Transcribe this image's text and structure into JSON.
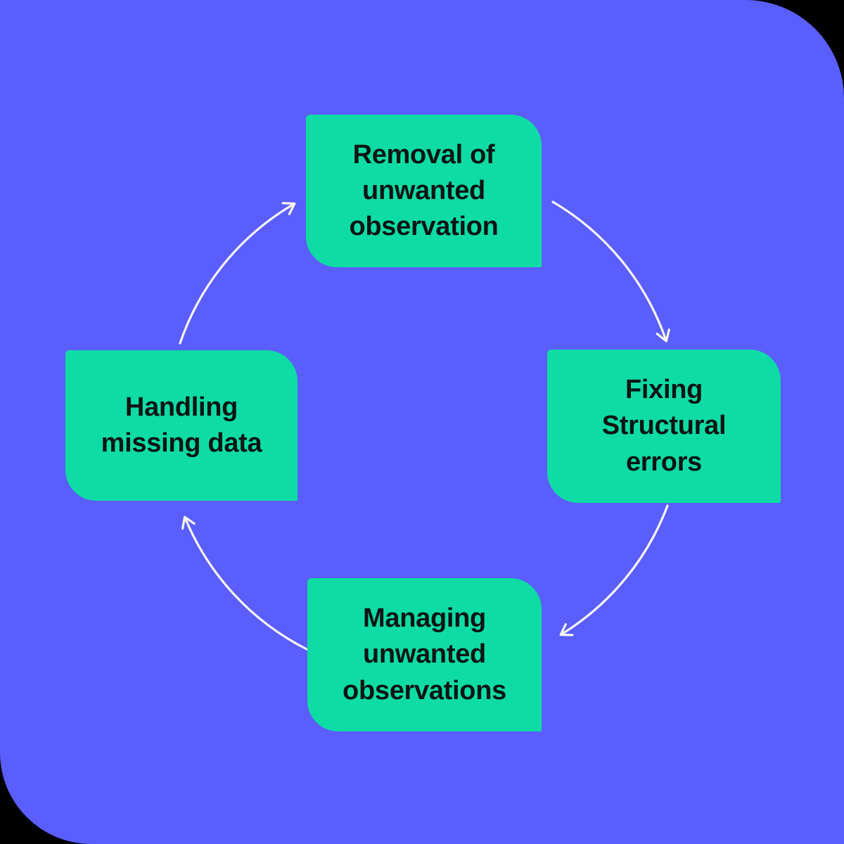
{
  "colors": {
    "background": "#000000",
    "canvas": "#5A5EFC",
    "node_fill": "#0EDCA4",
    "node_text": "#0D1414",
    "arrow": "#F7F5F2"
  },
  "diagram": {
    "type": "cycle",
    "direction": "clockwise",
    "nodes": [
      {
        "id": "top",
        "label": "Removal of\nunwanted\nobservation"
      },
      {
        "id": "right",
        "label": "Fixing\nStructural\nerrors"
      },
      {
        "id": "bottom",
        "label": "Managing\nunwanted\nobservations"
      },
      {
        "id": "left",
        "label": "Handling\nmissing data"
      }
    ],
    "arrows": [
      {
        "from": "top",
        "to": "right"
      },
      {
        "from": "right",
        "to": "bottom"
      },
      {
        "from": "bottom",
        "to": "left"
      },
      {
        "from": "left",
        "to": "top"
      }
    ]
  }
}
